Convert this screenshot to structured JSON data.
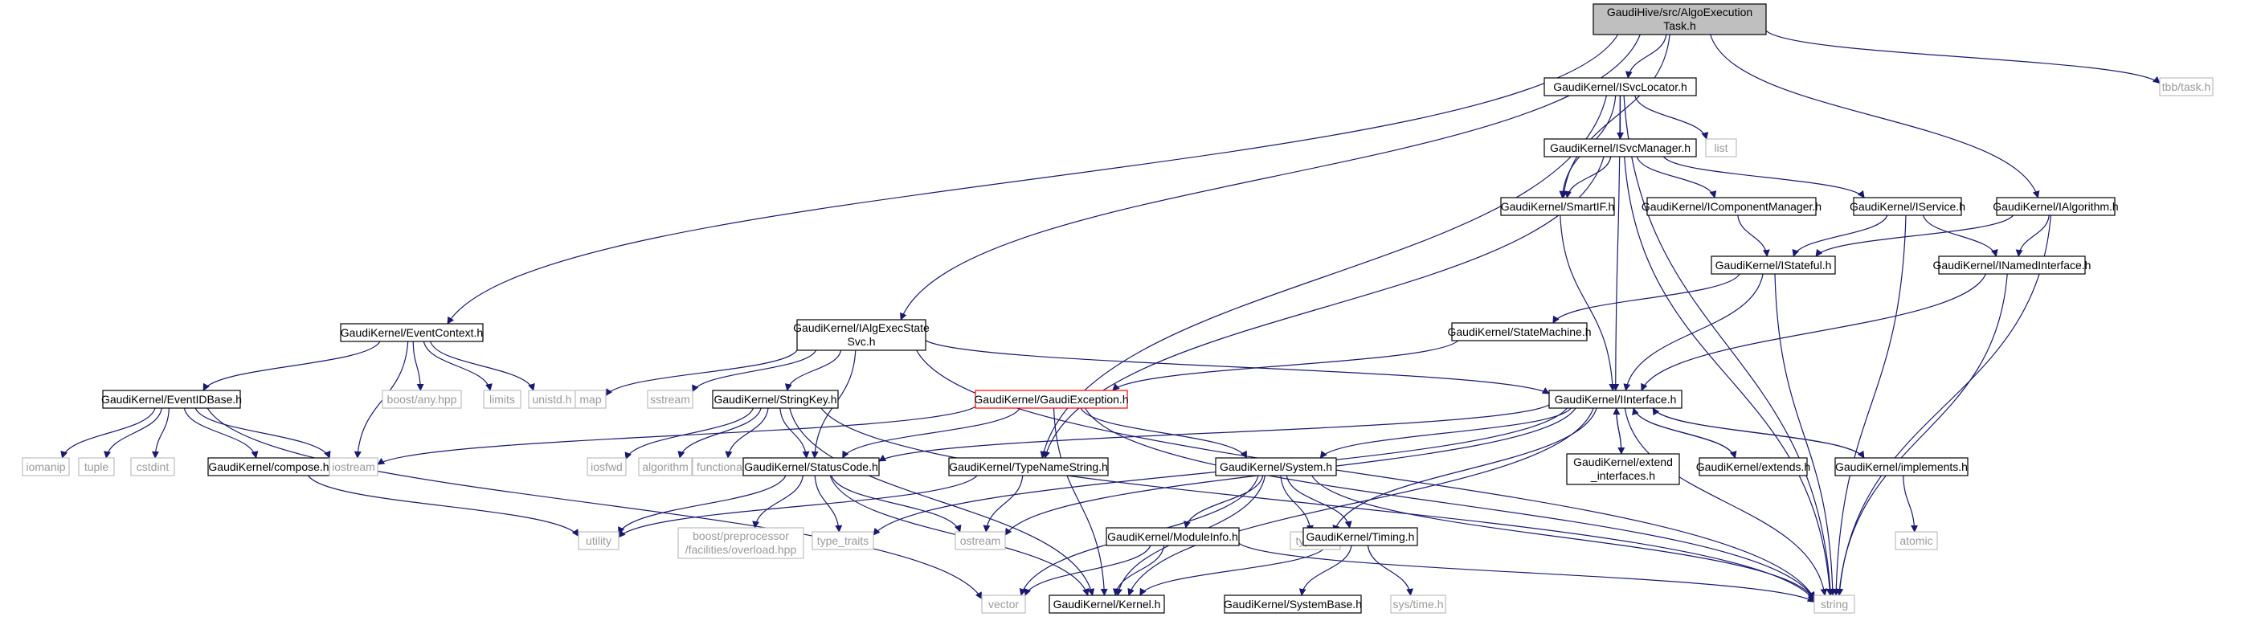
{
  "colors": {
    "edge": "#191970",
    "node_border": "#000000",
    "system_border": "#bfbfbf",
    "system_text": "#9a9a9a",
    "root_fill": "#bfbfbf",
    "error_border": "#ff0000"
  },
  "nodes": {
    "root": {
      "line1": "GaudiHive/src/AlgoExecution",
      "line2": "Task.h"
    },
    "isvclocator": {
      "line1": "GaudiKernel/ISvcLocator.h"
    },
    "tbbtask": {
      "line1": "tbb/task.h"
    },
    "list": {
      "line1": "list"
    },
    "isvcmanager": {
      "line1": "GaudiKernel/ISvcManager.h"
    },
    "ialgorithm": {
      "line1": "GaudiKernel/IAlgorithm.h"
    },
    "smartif": {
      "line1": "GaudiKernel/SmartIF.h"
    },
    "icomponentmanager": {
      "line1": "GaudiKernel/IComponentManager.h"
    },
    "iservice": {
      "line1": "GaudiKernel/IService.h"
    },
    "istateful": {
      "line1": "GaudiKernel/IStateful.h"
    },
    "inamedinterface": {
      "line1": "GaudiKernel/INamedInterface.h"
    },
    "eventcontext": {
      "line1": "GaudiKernel/EventContext.h"
    },
    "ialgexecstate": {
      "line1": "GaudiKernel/IAlgExecState",
      "line2": "Svc.h"
    },
    "statemachine": {
      "line1": "GaudiKernel/StateMachine.h"
    },
    "eventidbase": {
      "line1": "GaudiKernel/EventIDBase.h"
    },
    "boostany": {
      "line1": "boost/any.hpp"
    },
    "limits": {
      "line1": "limits"
    },
    "unistd": {
      "line1": "unistd.h"
    },
    "map": {
      "line1": "map"
    },
    "sstream": {
      "line1": "sstream"
    },
    "stringkey": {
      "line1": "GaudiKernel/StringKey.h"
    },
    "gaudiexception": {
      "line1": "GaudiKernel/GaudiException.h"
    },
    "iinterface": {
      "line1": "GaudiKernel/IInterface.h"
    },
    "iomanip": {
      "line1": "iomanip"
    },
    "tuple": {
      "line1": "tuple"
    },
    "cstdint": {
      "line1": "cstdint"
    },
    "compose": {
      "line1": "GaudiKernel/compose.h"
    },
    "iostream": {
      "line1": "iostream"
    },
    "iosfwd": {
      "line1": "iosfwd"
    },
    "algorithm": {
      "line1": "algorithm"
    },
    "functional": {
      "line1": "functional"
    },
    "statuscode": {
      "line1": "GaudiKernel/StatusCode.h"
    },
    "typenamestring": {
      "line1": "GaudiKernel/TypeNameString.h"
    },
    "system": {
      "line1": "GaudiKernel/System.h"
    },
    "extendinterfaces": {
      "line1": "GaudiKernel/extend",
      "line2": "_interfaces.h"
    },
    "extends": {
      "line1": "GaudiKernel/extends.h"
    },
    "implements": {
      "line1": "GaudiKernel/implements.h"
    },
    "utility": {
      "line1": "utility"
    },
    "boostpp": {
      "line1": "boost/preprocessor",
      "line2": "/facilities/overload.hpp"
    },
    "typetraits": {
      "line1": "type_traits"
    },
    "ostream": {
      "line1": "ostream"
    },
    "typeinfo": {
      "line1": "typeinfo"
    },
    "atomic": {
      "line1": "atomic"
    },
    "moduleinfo": {
      "line1": "GaudiKernel/ModuleInfo.h"
    },
    "timing": {
      "line1": "GaudiKernel/Timing.h"
    },
    "vector": {
      "line1": "vector"
    },
    "kernel": {
      "line1": "GaudiKernel/Kernel.h"
    },
    "string": {
      "line1": "string"
    },
    "systembase": {
      "line1": "GaudiKernel/SystemBase.h"
    },
    "systime": {
      "line1": "sys/time.h"
    }
  }
}
